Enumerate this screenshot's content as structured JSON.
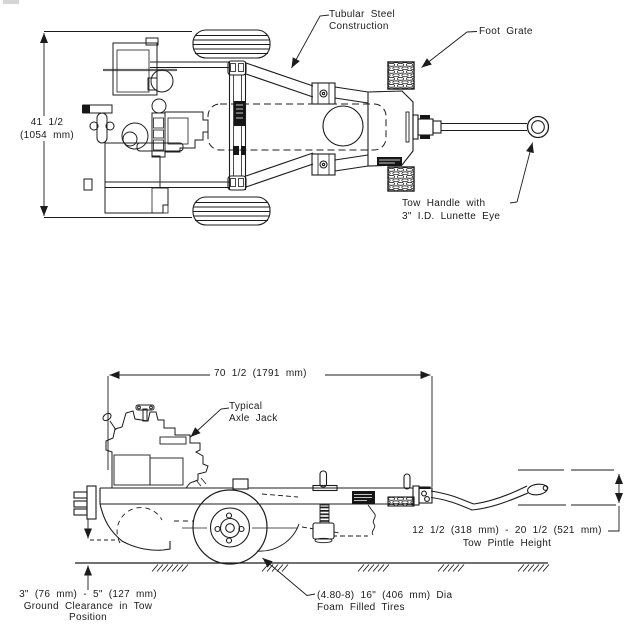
{
  "colors": {
    "background": "#ffffff",
    "line": "#1c1c1c"
  },
  "top_view": {
    "callouts": {
      "tubular_steel": {
        "lines": [
          "Tubular Steel",
          "Construction"
        ]
      },
      "foot_grate": {
        "lines": [
          "Foot Grate"
        ]
      },
      "tow_handle": {
        "lines": [
          "Tow Handle with",
          "3\" I.D. Lunette Eye"
        ]
      }
    },
    "dimensions": {
      "overall_width": {
        "lines": [
          "41 1/2",
          "(1054 mm)"
        ]
      }
    }
  },
  "side_view": {
    "callouts": {
      "axle_jack": {
        "lines": [
          "Typical",
          "Axle Jack"
        ]
      },
      "foam_tires": {
        "lines": [
          "(4.80-8) 16\" (406 mm) Dia",
          "Foam Filled Tires"
        ]
      }
    },
    "dimensions": {
      "overall_length": {
        "lines": [
          "70 1/2 (1791 mm)"
        ]
      },
      "tow_pintle_height": {
        "lines": [
          "12 1/2 (318 mm) - 20 1/2 (521 mm)",
          "Tow Pintle Height"
        ]
      },
      "ground_clearance": {
        "lines": [
          "3\" (76 mm) - 5\" (127 mm)",
          "Ground Clearance in Tow",
          "Position"
        ]
      }
    }
  }
}
